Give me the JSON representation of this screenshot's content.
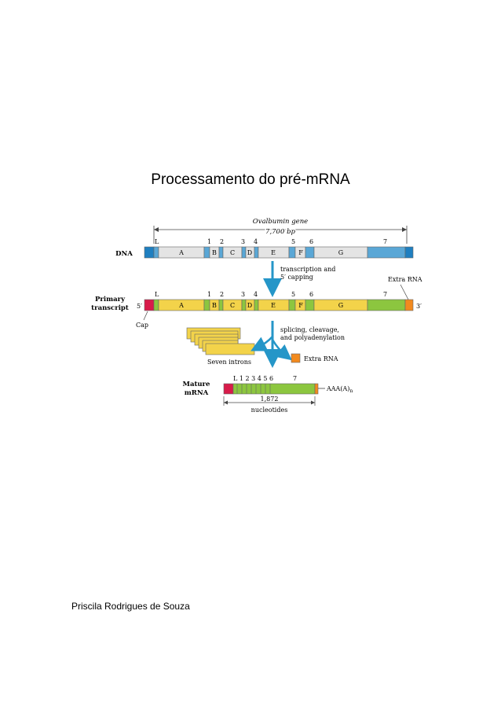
{
  "document": {
    "title": "Processamento do pré-mRNA",
    "author": "Priscila Rodrigues de Souza"
  },
  "figure": {
    "gene_label": "Ovalbumin gene",
    "gene_size": "7,700 bp",
    "dna_label": "DNA",
    "primary_label_1": "Primary",
    "primary_label_2": "transcript",
    "mature_label_1": "Mature",
    "mature_label_2": "mRNA",
    "step1_line1": "transcription and",
    "step1_line2": "5′ capping",
    "step2_line1": "splicing, cleavage,",
    "step2_line2": "and polyadenylation",
    "extra_rna": "Extra RNA",
    "extra_rna_product": "Extra RNA",
    "seven_introns": "Seven introns",
    "cap": "Cap",
    "five_prime": "5′",
    "three_prime": "3′",
    "poly_a": "AAA(A)",
    "poly_a_sub": "n",
    "mrna_size_1": "1,872",
    "mrna_size_2": "nucleotides",
    "exon_numbers": [
      "L",
      "1",
      "2",
      "3",
      "4",
      "5",
      "6",
      "7"
    ],
    "intron_letters": [
      "A",
      "B",
      "C",
      "D",
      "E",
      "F",
      "G"
    ],
    "mature_exon_numbers": "L 1 2 3 4 5 6",
    "mature_exon_7": "7",
    "colors": {
      "exon_blue": "#5aa7d6",
      "exon_dark_blue": "#1f7fc0",
      "intron_gray": "#e4e4e4",
      "intron_yellow": "#f3d34a",
      "exon_green": "#8cc63f",
      "cap_red": "#d81b4a",
      "extra_orange": "#f28a1e",
      "arrow_blue": "#2596c8"
    }
  }
}
